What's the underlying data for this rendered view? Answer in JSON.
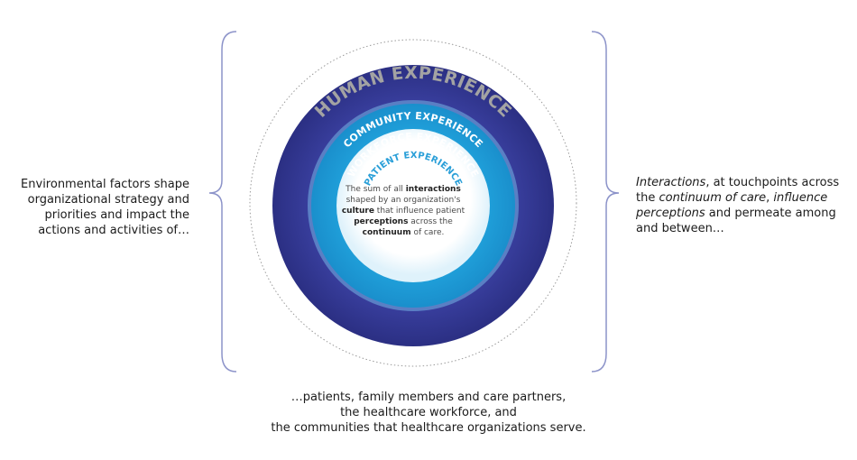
{
  "rings": {
    "human": "HUMAN EXPERIENCE",
    "community": "COMMUNITY EXPERIENCE",
    "workforce": "WORKFORCE EXPERIENCE",
    "patient": "PATIENT EXPERIENCE"
  },
  "center": {
    "t1": "The sum of all ",
    "b1": "interactions",
    "t2": " shaped by an organization's ",
    "b2": "culture",
    "t3": " that influence patient ",
    "b3": "perceptions",
    "t4": " across the ",
    "b4": "continuum",
    "t5": " of care."
  },
  "left_text": "Environmental factors shape organizational strategy and priorities and impact the actions and activities of…",
  "right": {
    "e1": "Interactions",
    "t1": ", at touchpoints across the ",
    "e2": "continuum of care",
    "t2": ", ",
    "e3": "influence perceptions",
    "t3": " and permeate among and between…"
  },
  "bottom": {
    "line1": "…patients, family members and care partners,",
    "line2": "the healthcare workforce, and",
    "line3": "the communities that healthcare organizations serve."
  },
  "colors": {
    "community": "#33388f",
    "workforce": "#1f9dd8",
    "patient_inner": "#ffffff",
    "human_label": "#a3a3a3",
    "bracket": "#8c93c9"
  }
}
